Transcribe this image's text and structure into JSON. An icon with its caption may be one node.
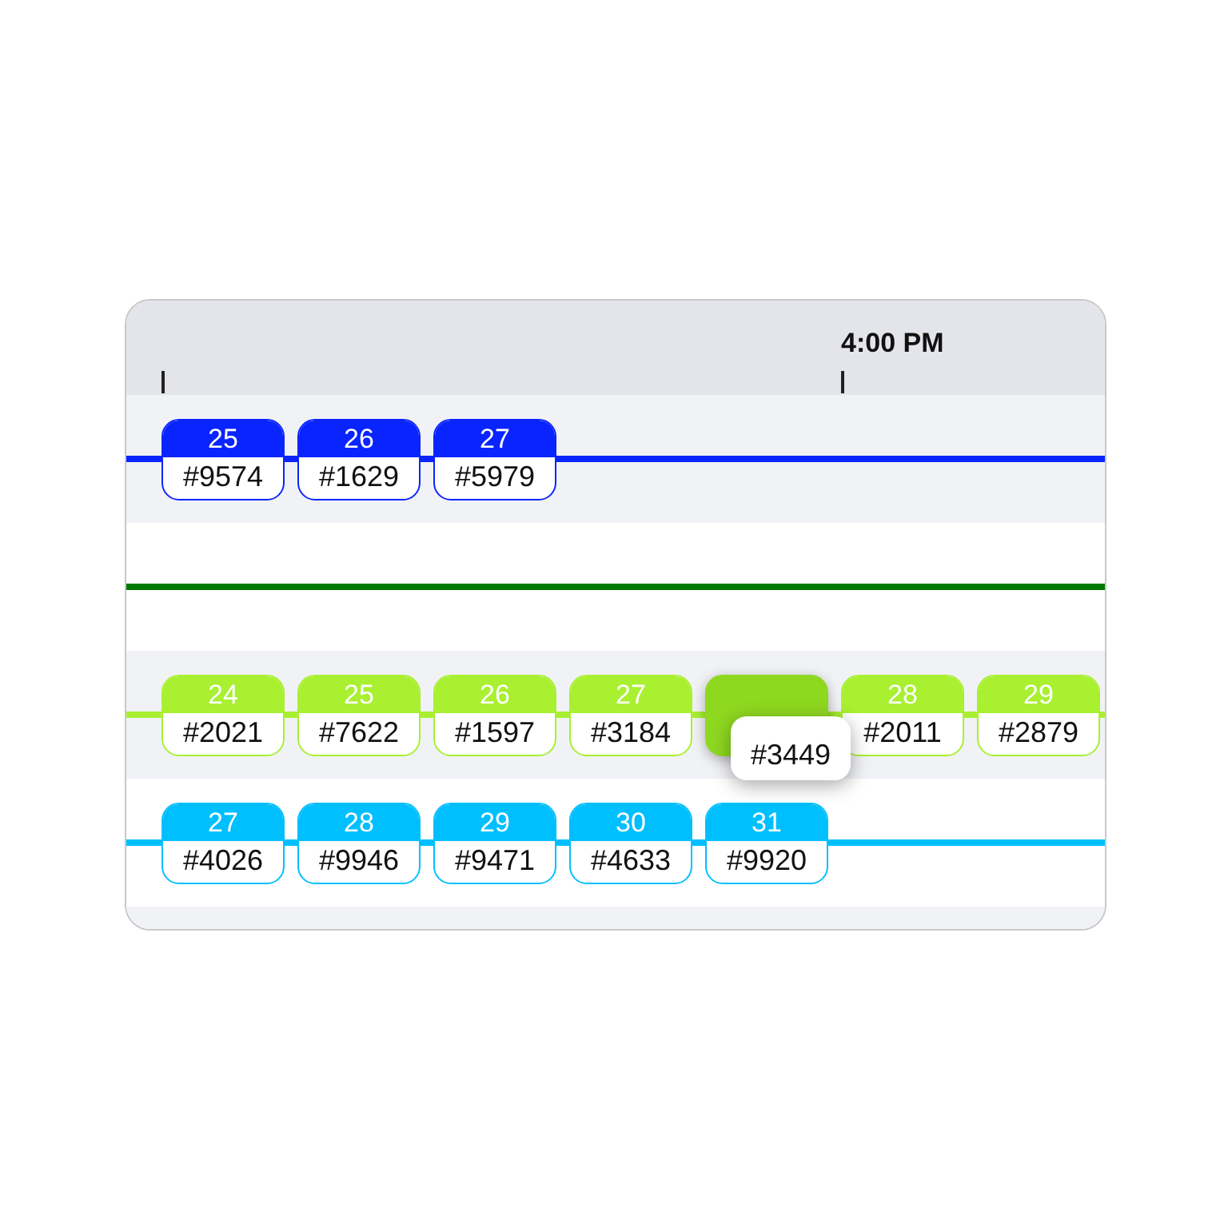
{
  "diagram": {
    "nodes": [
      {
        "text": [
          "25",
          "#9574"
        ]
      },
      {
        "text": [
          "26",
          "#1629"
        ]
      },
      {
        "text": [
          "27",
          "#5979"
        ]
      },
      {
        "text": [
          "24",
          "#2021"
        ]
      },
      {
        "text": [
          "25",
          "#7622"
        ]
      },
      {
        "text": [
          "26",
          "#1597"
        ]
      },
      {
        "text": [
          "27",
          "#3184"
        ]
      },
      {
        "text": [],
        "shape": "box"
      },
      {
        "text": [
          "28",
          "#2011"
        ]
      },
      {
        "text": [
          "29",
          "#2879"
        ]
      },
      {
        "text": [
          "#3449"
        ]
      },
      {
        "text": [
          "27",
          "#4026"
        ]
      },
      {
        "text": [
          "28",
          "#9946"
        ]
      },
      {
        "text": [
          "29",
          "#9471"
        ]
      },
      {
        "text": [
          "30",
          "#4633"
        ]
      },
      {
        "text": [
          "31",
          "#9920"
        ]
      }
    ],
    "labels": [
      "4:00 PM"
    ]
  }
}
